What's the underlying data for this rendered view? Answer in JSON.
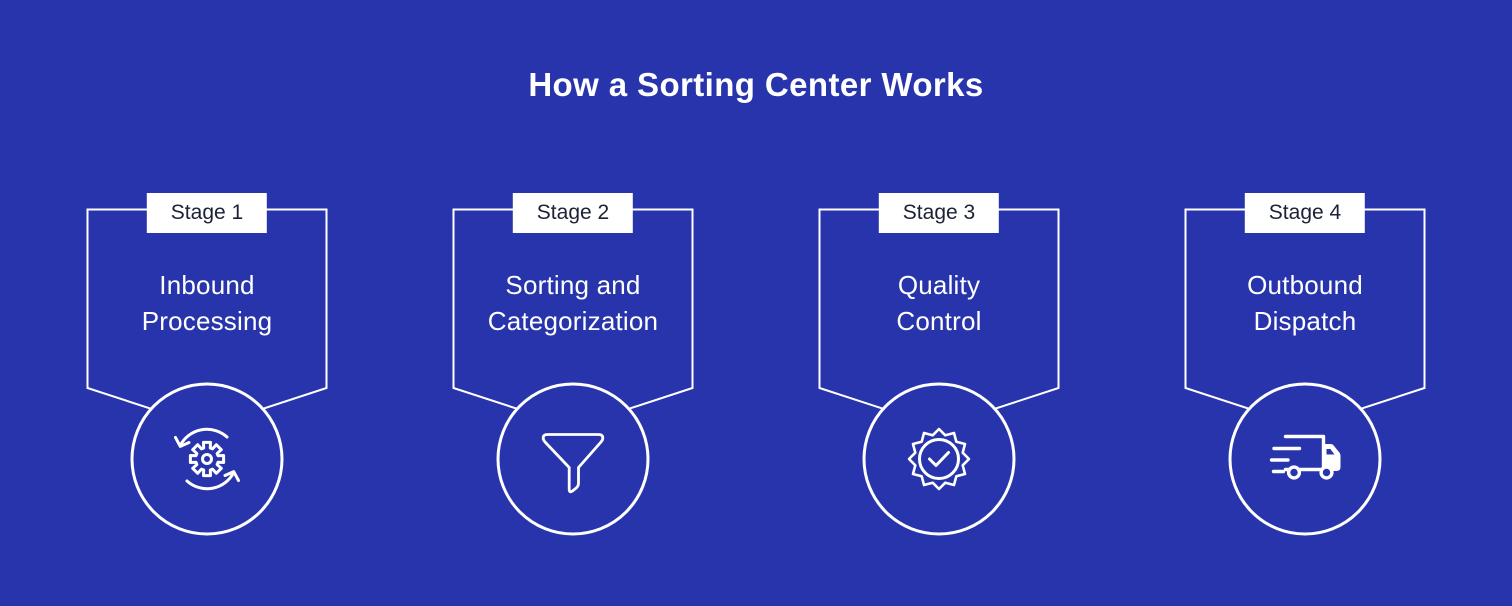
{
  "title": "How a Sorting Center Works",
  "colors": {
    "background": "#2834AB",
    "foreground": "#FFFFFF",
    "badge_background": "#FFFFFF",
    "badge_text": "#1C2235"
  },
  "stages": [
    {
      "badge": "Stage 1",
      "title_line1": "Inbound",
      "title_line2": "Processing",
      "icon": "gear-sync-icon"
    },
    {
      "badge": "Stage 2",
      "title_line1": "Sorting and",
      "title_line2": "Categorization",
      "icon": "funnel-icon"
    },
    {
      "badge": "Stage 3",
      "title_line1": "Quality",
      "title_line2": "Control",
      "icon": "seal-check-icon"
    },
    {
      "badge": "Stage 4",
      "title_line1": "Outbound",
      "title_line2": "Dispatch",
      "icon": "truck-icon"
    }
  ]
}
